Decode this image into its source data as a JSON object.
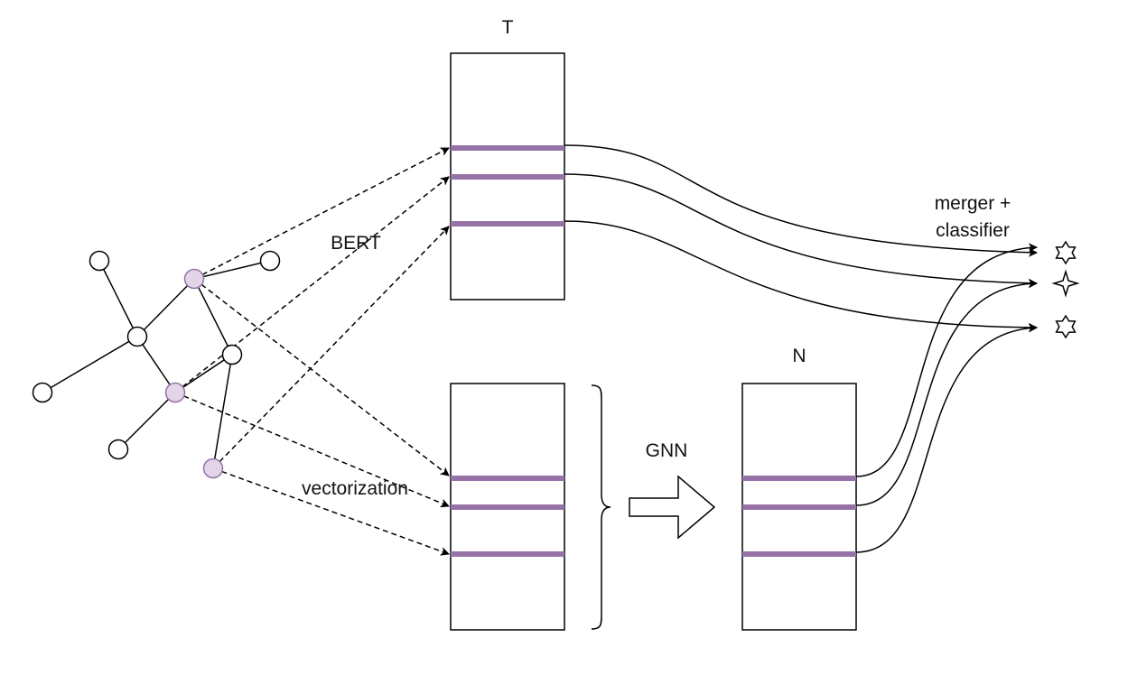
{
  "labels": {
    "t_matrix": "T",
    "n_matrix": "N",
    "bert": "BERT",
    "vectorization": "vectorization",
    "gnn": "GNN",
    "merger_line1": "merger +",
    "merger_line2": "classifier"
  },
  "colors": {
    "stroke": "#000000",
    "highlight_row": "#9673a6",
    "highlight_node_fill": "#e1d5e7",
    "highlight_node_stroke": "#9673a6",
    "node_fill": "#ffffff"
  },
  "graph": {
    "nodes": [
      {
        "id": "n1",
        "highlighted": false
      },
      {
        "id": "n2",
        "highlighted": true
      },
      {
        "id": "n3",
        "highlighted": false
      },
      {
        "id": "n4",
        "highlighted": false
      },
      {
        "id": "n5",
        "highlighted": false
      },
      {
        "id": "n6",
        "highlighted": true
      },
      {
        "id": "n7",
        "highlighted": false
      },
      {
        "id": "n8",
        "highlighted": false
      },
      {
        "id": "n9",
        "highlighted": true
      }
    ],
    "edges": [
      [
        "n1",
        "n4"
      ],
      [
        "n2",
        "n3"
      ],
      [
        "n2",
        "n4"
      ],
      [
        "n2",
        "n5"
      ],
      [
        "n4",
        "n6"
      ],
      [
        "n4",
        "n7"
      ],
      [
        "n6",
        "n5"
      ],
      [
        "n6",
        "n8"
      ],
      [
        "n5",
        "n9"
      ]
    ]
  },
  "outputs": [
    {
      "id": "out-1",
      "symbol": "six-pointed-star-icon"
    },
    {
      "id": "out-2",
      "symbol": "four-pointed-star-icon"
    },
    {
      "id": "out-3",
      "symbol": "six-pointed-star-icon"
    }
  ]
}
